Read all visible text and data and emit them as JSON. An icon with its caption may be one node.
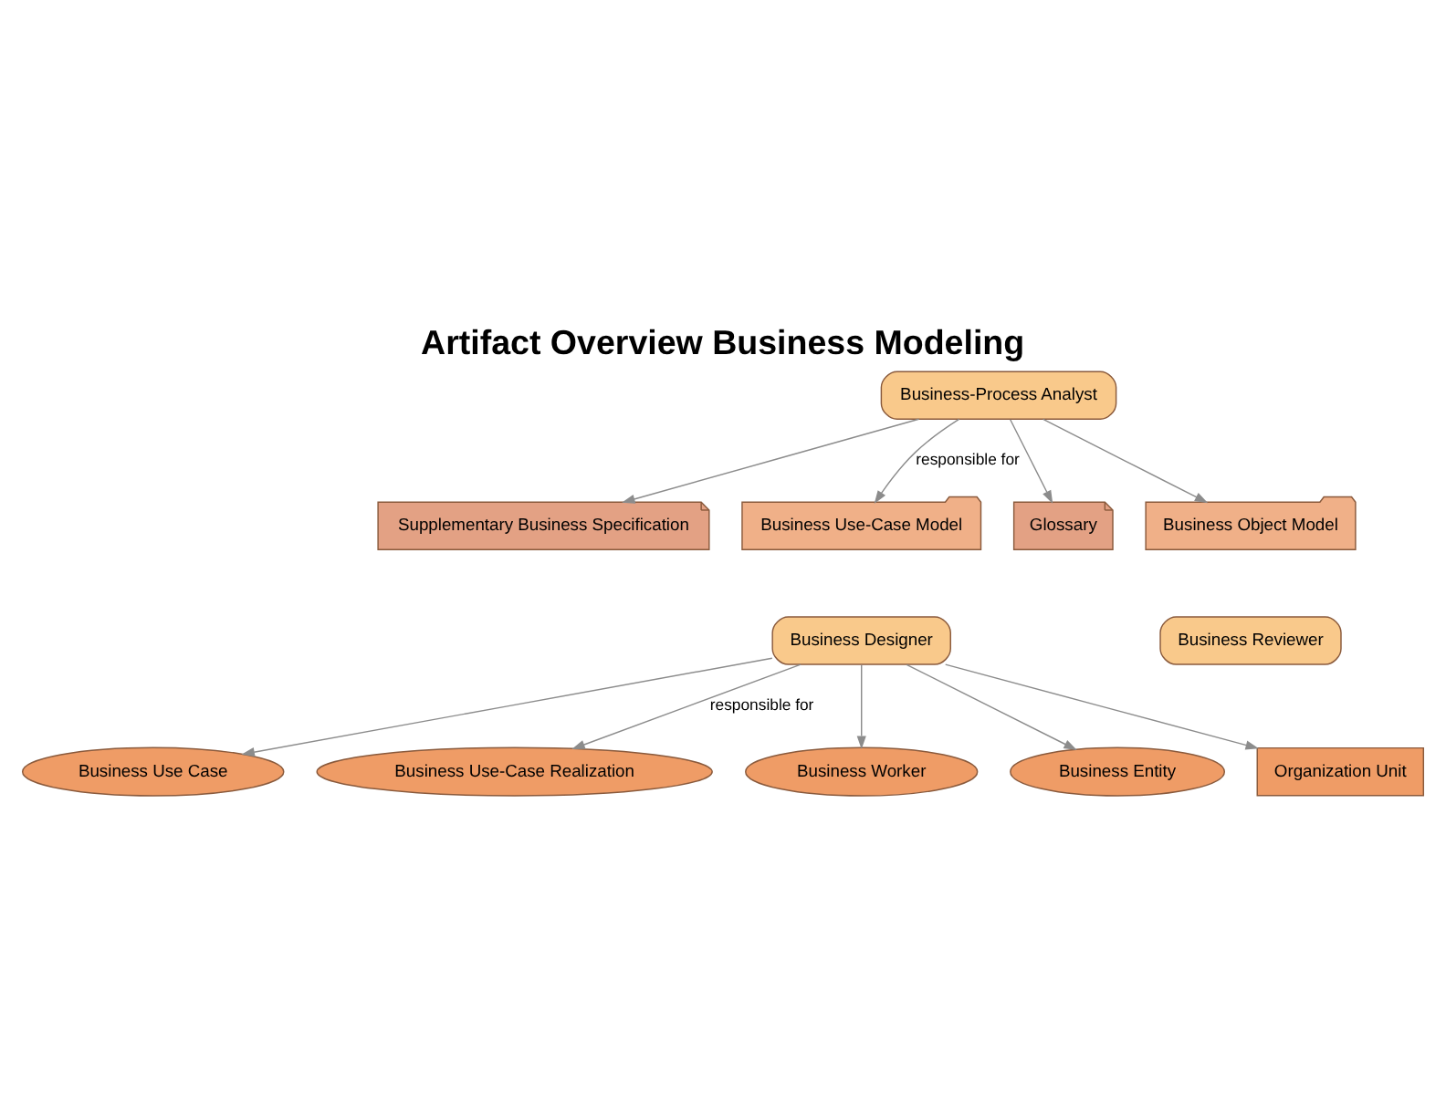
{
  "diagram": {
    "title": "Artifact Overview Business Modeling",
    "nodes": [
      {
        "text": [
          "Business-Process Analyst"
        ]
      },
      {
        "text": [
          "Supplementary Business Specification"
        ]
      },
      {
        "text": [
          "Business Use-Case Model"
        ]
      },
      {
        "text": [
          "Glossary"
        ]
      },
      {
        "text": [
          "Business Object Model"
        ]
      },
      {
        "text": [
          "Business Designer"
        ]
      },
      {
        "text": [
          "Business Reviewer"
        ]
      },
      {
        "text": [
          "Business Use Case"
        ]
      },
      {
        "text": [
          "Business Use-Case Realization"
        ]
      },
      {
        "text": [
          "Business Worker"
        ]
      },
      {
        "text": [
          "Business Entity"
        ]
      },
      {
        "text": [
          "Organization Unit"
        ]
      }
    ],
    "edges": [
      {
        "from": 0,
        "to": 1,
        "arrow": "to"
      },
      {
        "from": 0,
        "to": 2,
        "arrow": "to",
        "label": "responsible for"
      },
      {
        "from": 0,
        "to": 3,
        "arrow": "to"
      },
      {
        "from": 0,
        "to": 4,
        "arrow": "to"
      },
      {
        "from": 5,
        "to": 7,
        "arrow": "to"
      },
      {
        "from": 5,
        "to": 8,
        "arrow": "to",
        "label": "responsible for"
      },
      {
        "from": 5,
        "to": 9,
        "arrow": "to"
      },
      {
        "from": 5,
        "to": 10,
        "arrow": "to"
      },
      {
        "from": 5,
        "to": 11,
        "arrow": "to"
      }
    ]
  }
}
